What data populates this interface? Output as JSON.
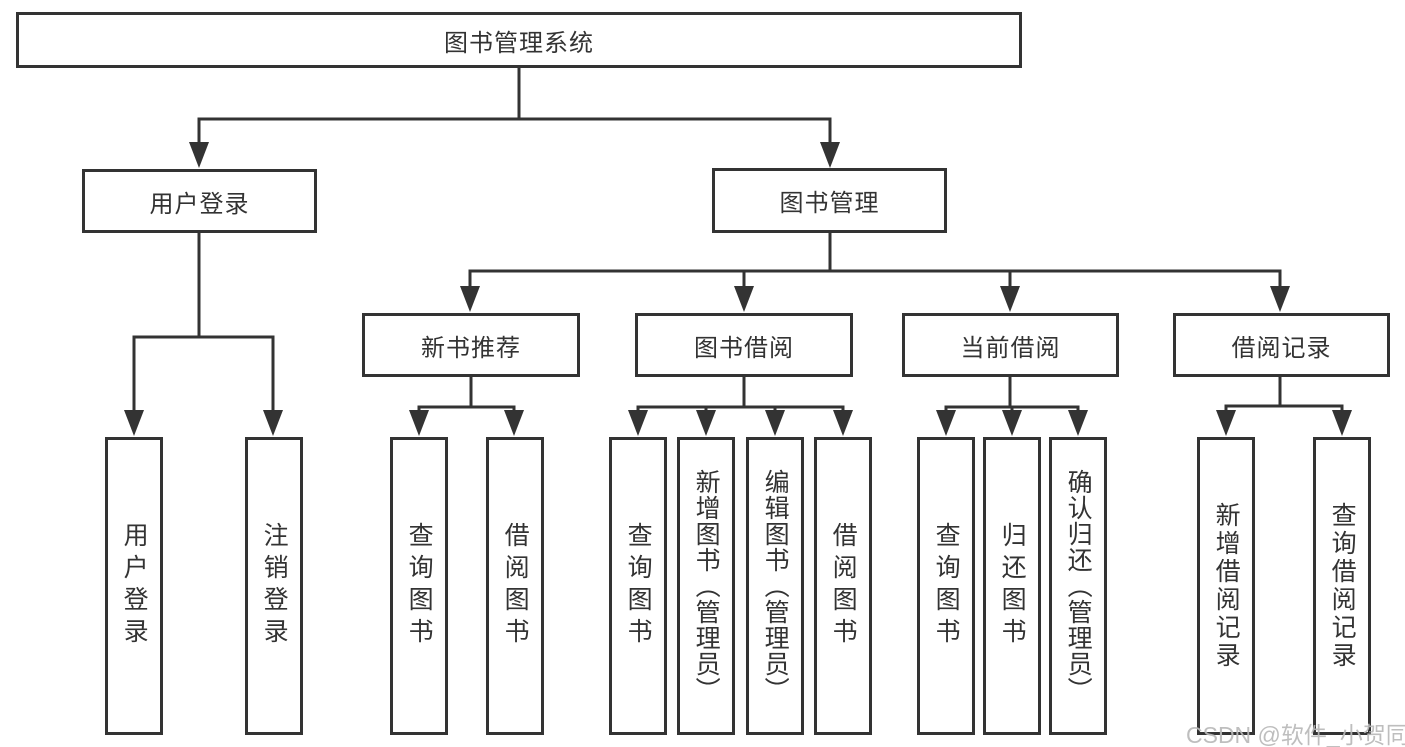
{
  "colors": {
    "line": "#333333",
    "box_border": "#333333",
    "text": "#333333",
    "watermark": "#b9b9b9",
    "background": "#ffffff"
  },
  "watermark": "CSDN @软件_小贺同学",
  "tree": {
    "label": "图书管理系统",
    "children": [
      {
        "label": "用户登录",
        "children": [
          {
            "label": "用户登录"
          },
          {
            "label": "注销登录"
          }
        ]
      },
      {
        "label": "图书管理",
        "children": [
          {
            "label": "新书推荐",
            "children": [
              {
                "label": "查询图书"
              },
              {
                "label": "借阅图书"
              }
            ]
          },
          {
            "label": "图书借阅",
            "children": [
              {
                "label": "查询图书"
              },
              {
                "label": "新增图书（管理员）"
              },
              {
                "label": "编辑图书（管理员）"
              },
              {
                "label": "借阅图书"
              }
            ]
          },
          {
            "label": "当前借阅",
            "children": [
              {
                "label": "查询图书"
              },
              {
                "label": "归还图书"
              },
              {
                "label": "确认归还（管理员）"
              }
            ]
          },
          {
            "label": "借阅记录",
            "children": [
              {
                "label": "新增借阅记录"
              },
              {
                "label": "查询借阅记录"
              }
            ]
          }
        ]
      }
    ]
  }
}
